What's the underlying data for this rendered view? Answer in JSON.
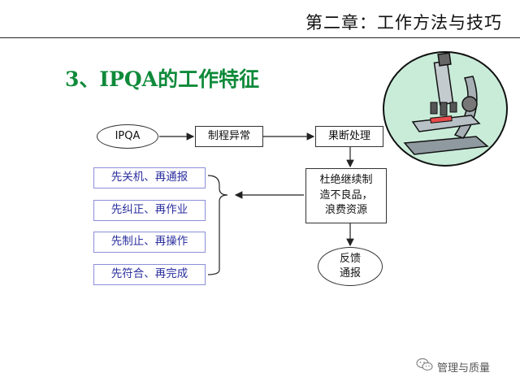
{
  "header": {
    "chapter_title": "第二章：工作方法与技巧"
  },
  "section": {
    "title": "3、IPQA的工作特征"
  },
  "flow": {
    "start": "IPQA",
    "abnormal": "制程异常",
    "decisive": "果断处理",
    "consequence": [
      "杜绝继续制",
      "造不良品，",
      "浪费资源"
    ],
    "feedback": [
      "反馈",
      "通报"
    ]
  },
  "principles": [
    "先关机、再通报",
    "先纠正、再作业",
    "先制止、再操作",
    "先符合、再完成"
  ],
  "watermark": {
    "text": "管理与质量"
  },
  "colors": {
    "title_green": "#0f8a3a",
    "principle_blue": "#2b2f9e",
    "border_blue": "#8a8fd8"
  },
  "icons": [
    "microscope-icon",
    "wechat-icon"
  ]
}
